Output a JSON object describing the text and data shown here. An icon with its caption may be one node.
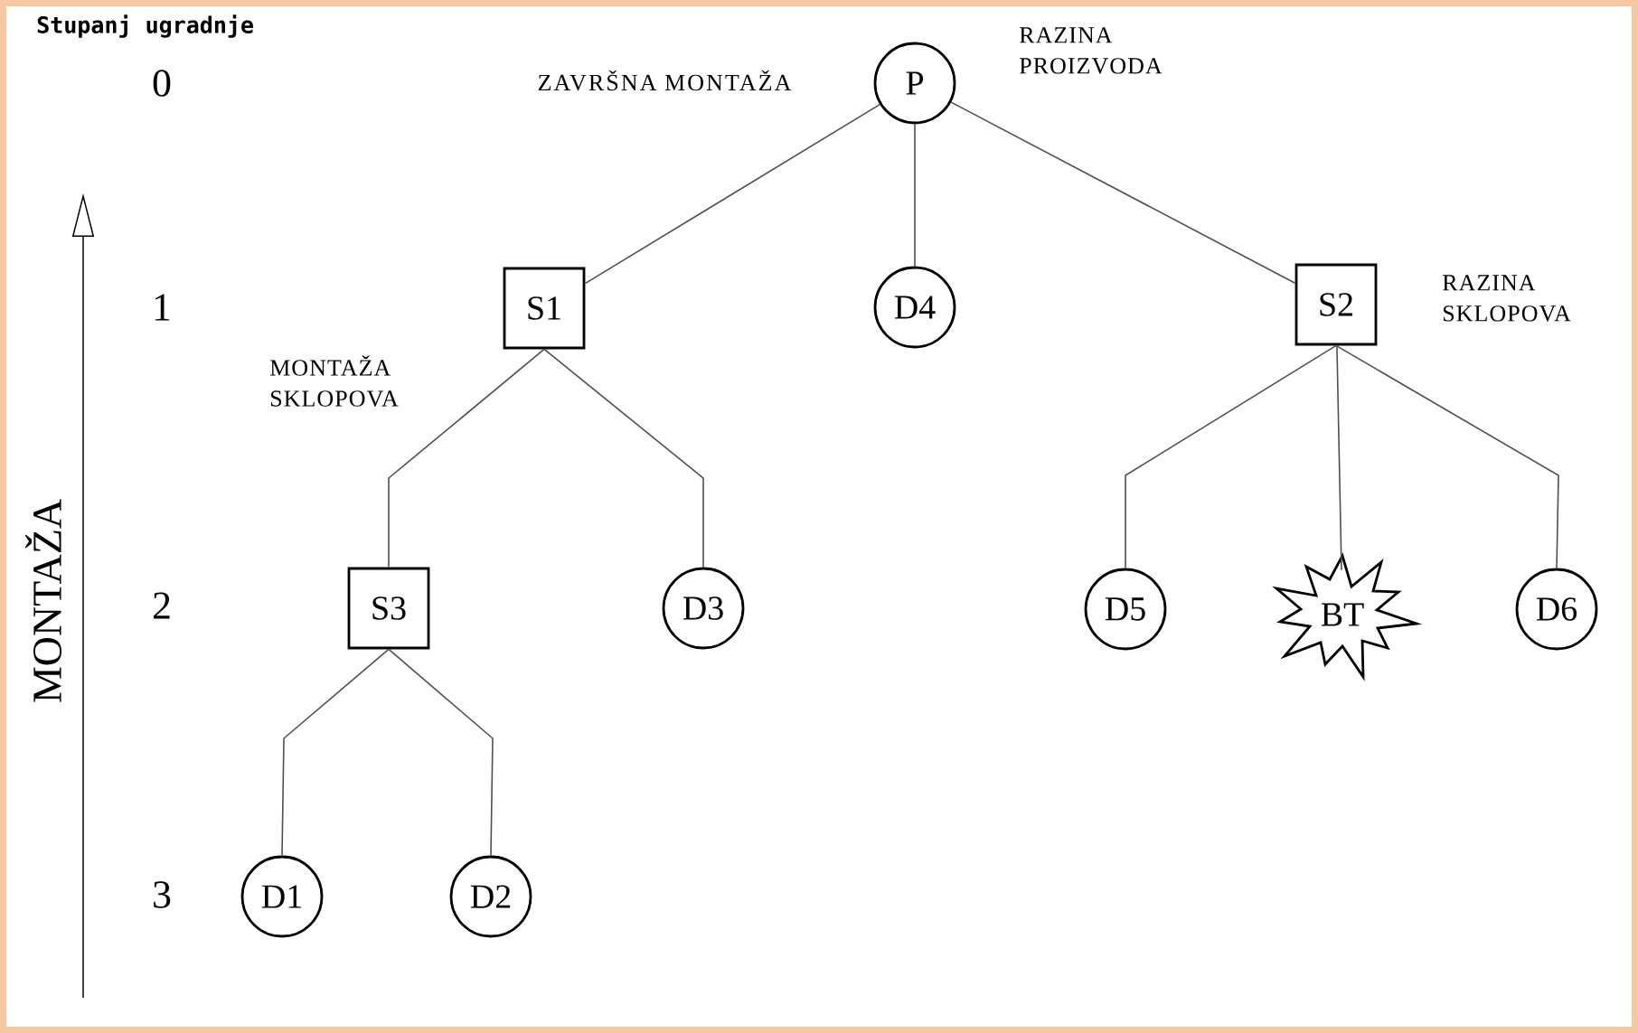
{
  "diagram": {
    "nodes": [
      {
        "text": [
          "P"
        ]
      },
      {
        "text": [
          "S1"
        ]
      },
      {
        "text": [
          "D4"
        ]
      },
      {
        "text": [
          "S2"
        ]
      },
      {
        "text": [
          "S3"
        ]
      },
      {
        "text": [
          "D3"
        ]
      },
      {
        "text": [
          "D5"
        ]
      },
      {
        "text": [
          "BT"
        ]
      },
      {
        "text": [
          "D6"
        ]
      },
      {
        "text": [
          "D1"
        ]
      },
      {
        "text": [
          "D2"
        ]
      }
    ],
    "edges": [
      {
        "from": 0,
        "to": 1,
        "arrow": "none"
      },
      {
        "from": 0,
        "to": 2,
        "arrow": "none"
      },
      {
        "from": 0,
        "to": 3,
        "arrow": "none"
      },
      {
        "from": 1,
        "to": 4,
        "arrow": "none"
      },
      {
        "from": 1,
        "to": 5,
        "arrow": "none"
      },
      {
        "from": 3,
        "to": 6,
        "arrow": "none"
      },
      {
        "from": 3,
        "to": 7,
        "arrow": "none"
      },
      {
        "from": 3,
        "to": 8,
        "arrow": "none"
      },
      {
        "from": 4,
        "to": 9,
        "arrow": "none"
      },
      {
        "from": 4,
        "to": 10,
        "arrow": "none"
      }
    ],
    "labels": [
      "Stupanj ugradnje",
      "0",
      "ZAVRŠNA MONTAŽA",
      "RAZINA PROIZVODA",
      "1",
      "RAZINA SKLOPOVA",
      "MONTAŽA SKLOPOVA",
      "MONTAŽA",
      "2",
      "3"
    ]
  }
}
